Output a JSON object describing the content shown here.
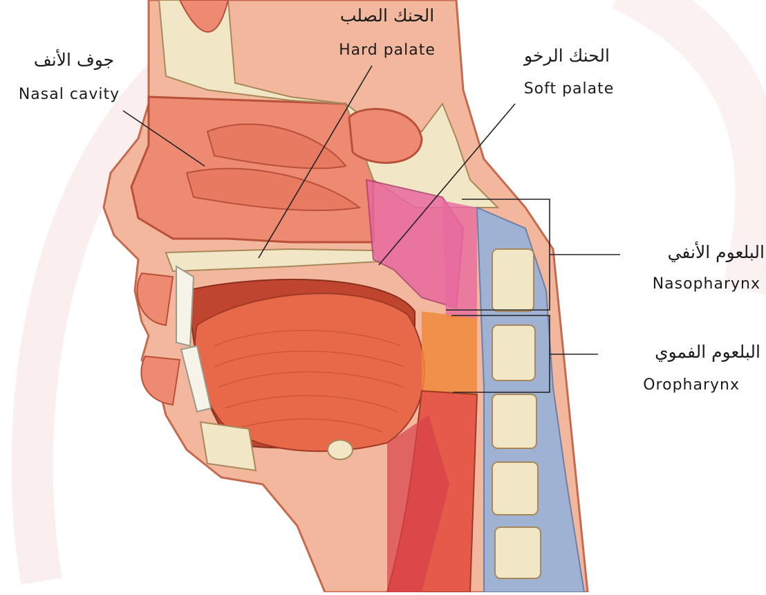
{
  "labels": {
    "nasal_cavity": {
      "arabic": "جوف الأنف",
      "english": "Nasal cavity"
    },
    "hard_palate": {
      "arabic": "الحنك الصلب",
      "english": "Hard palate"
    },
    "soft_palate": {
      "arabic": "الحنك الرخو",
      "english": "Soft palate"
    },
    "nasopharynx": {
      "arabic": "البلعوم الأنفي",
      "english": "Nasopharynx"
    },
    "oropharynx": {
      "arabic": "البلعوم الفموي",
      "english": "Oropharynx"
    }
  },
  "colors": {
    "skin": "#f2b79c",
    "muscle": "#e8694a",
    "mucosa": "#ee8a72",
    "bone": "#f1e7c6",
    "soft_palate_pink": "#e86aa0",
    "oropharynx_orange": "#f08a3c",
    "spine_blue": "#9fb2d4",
    "leader_line": "#222222"
  }
}
